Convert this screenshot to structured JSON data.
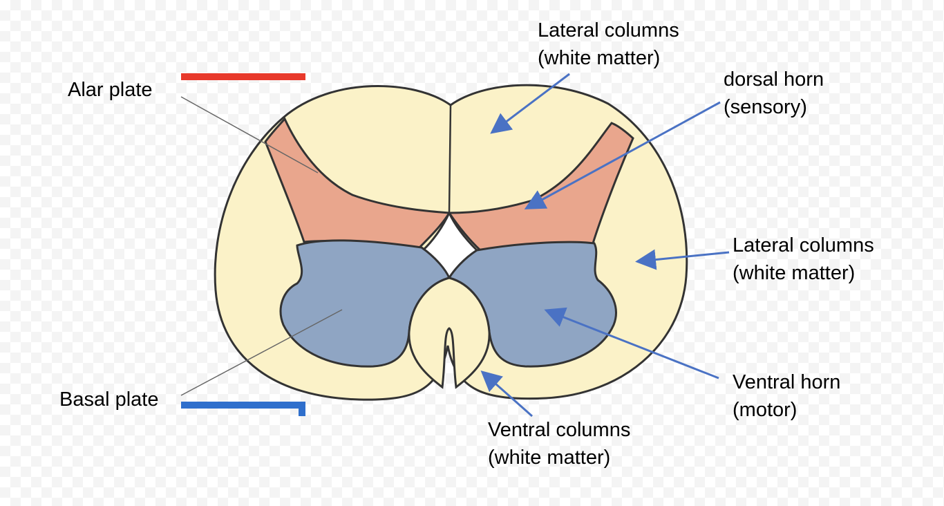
{
  "labels": {
    "alar_plate": "Alar plate",
    "basal_plate": "Basal plate",
    "lateral_columns_top": {
      "line1": "Lateral columns",
      "line2": "(white matter)"
    },
    "dorsal_horn": {
      "line1": "dorsal horn",
      "line2": "(sensory)"
    },
    "lateral_columns_right": {
      "line1": "Lateral columns",
      "line2": "(white matter)"
    },
    "ventral_horn": {
      "line1": "Ventral horn",
      "line2": "(motor)"
    },
    "ventral_columns": {
      "line1": "Ventral columns",
      "line2": "(white matter)"
    }
  },
  "colors": {
    "white_matter": "#fbf2c8",
    "alar_region": "#e9a68d",
    "basal_region": "#8fa5c3",
    "outline": "#333333",
    "alar_bar": "#e8392b",
    "basal_bar": "#2f6fcc",
    "arrow": "#4a72c4",
    "leader_line": "#666666"
  }
}
